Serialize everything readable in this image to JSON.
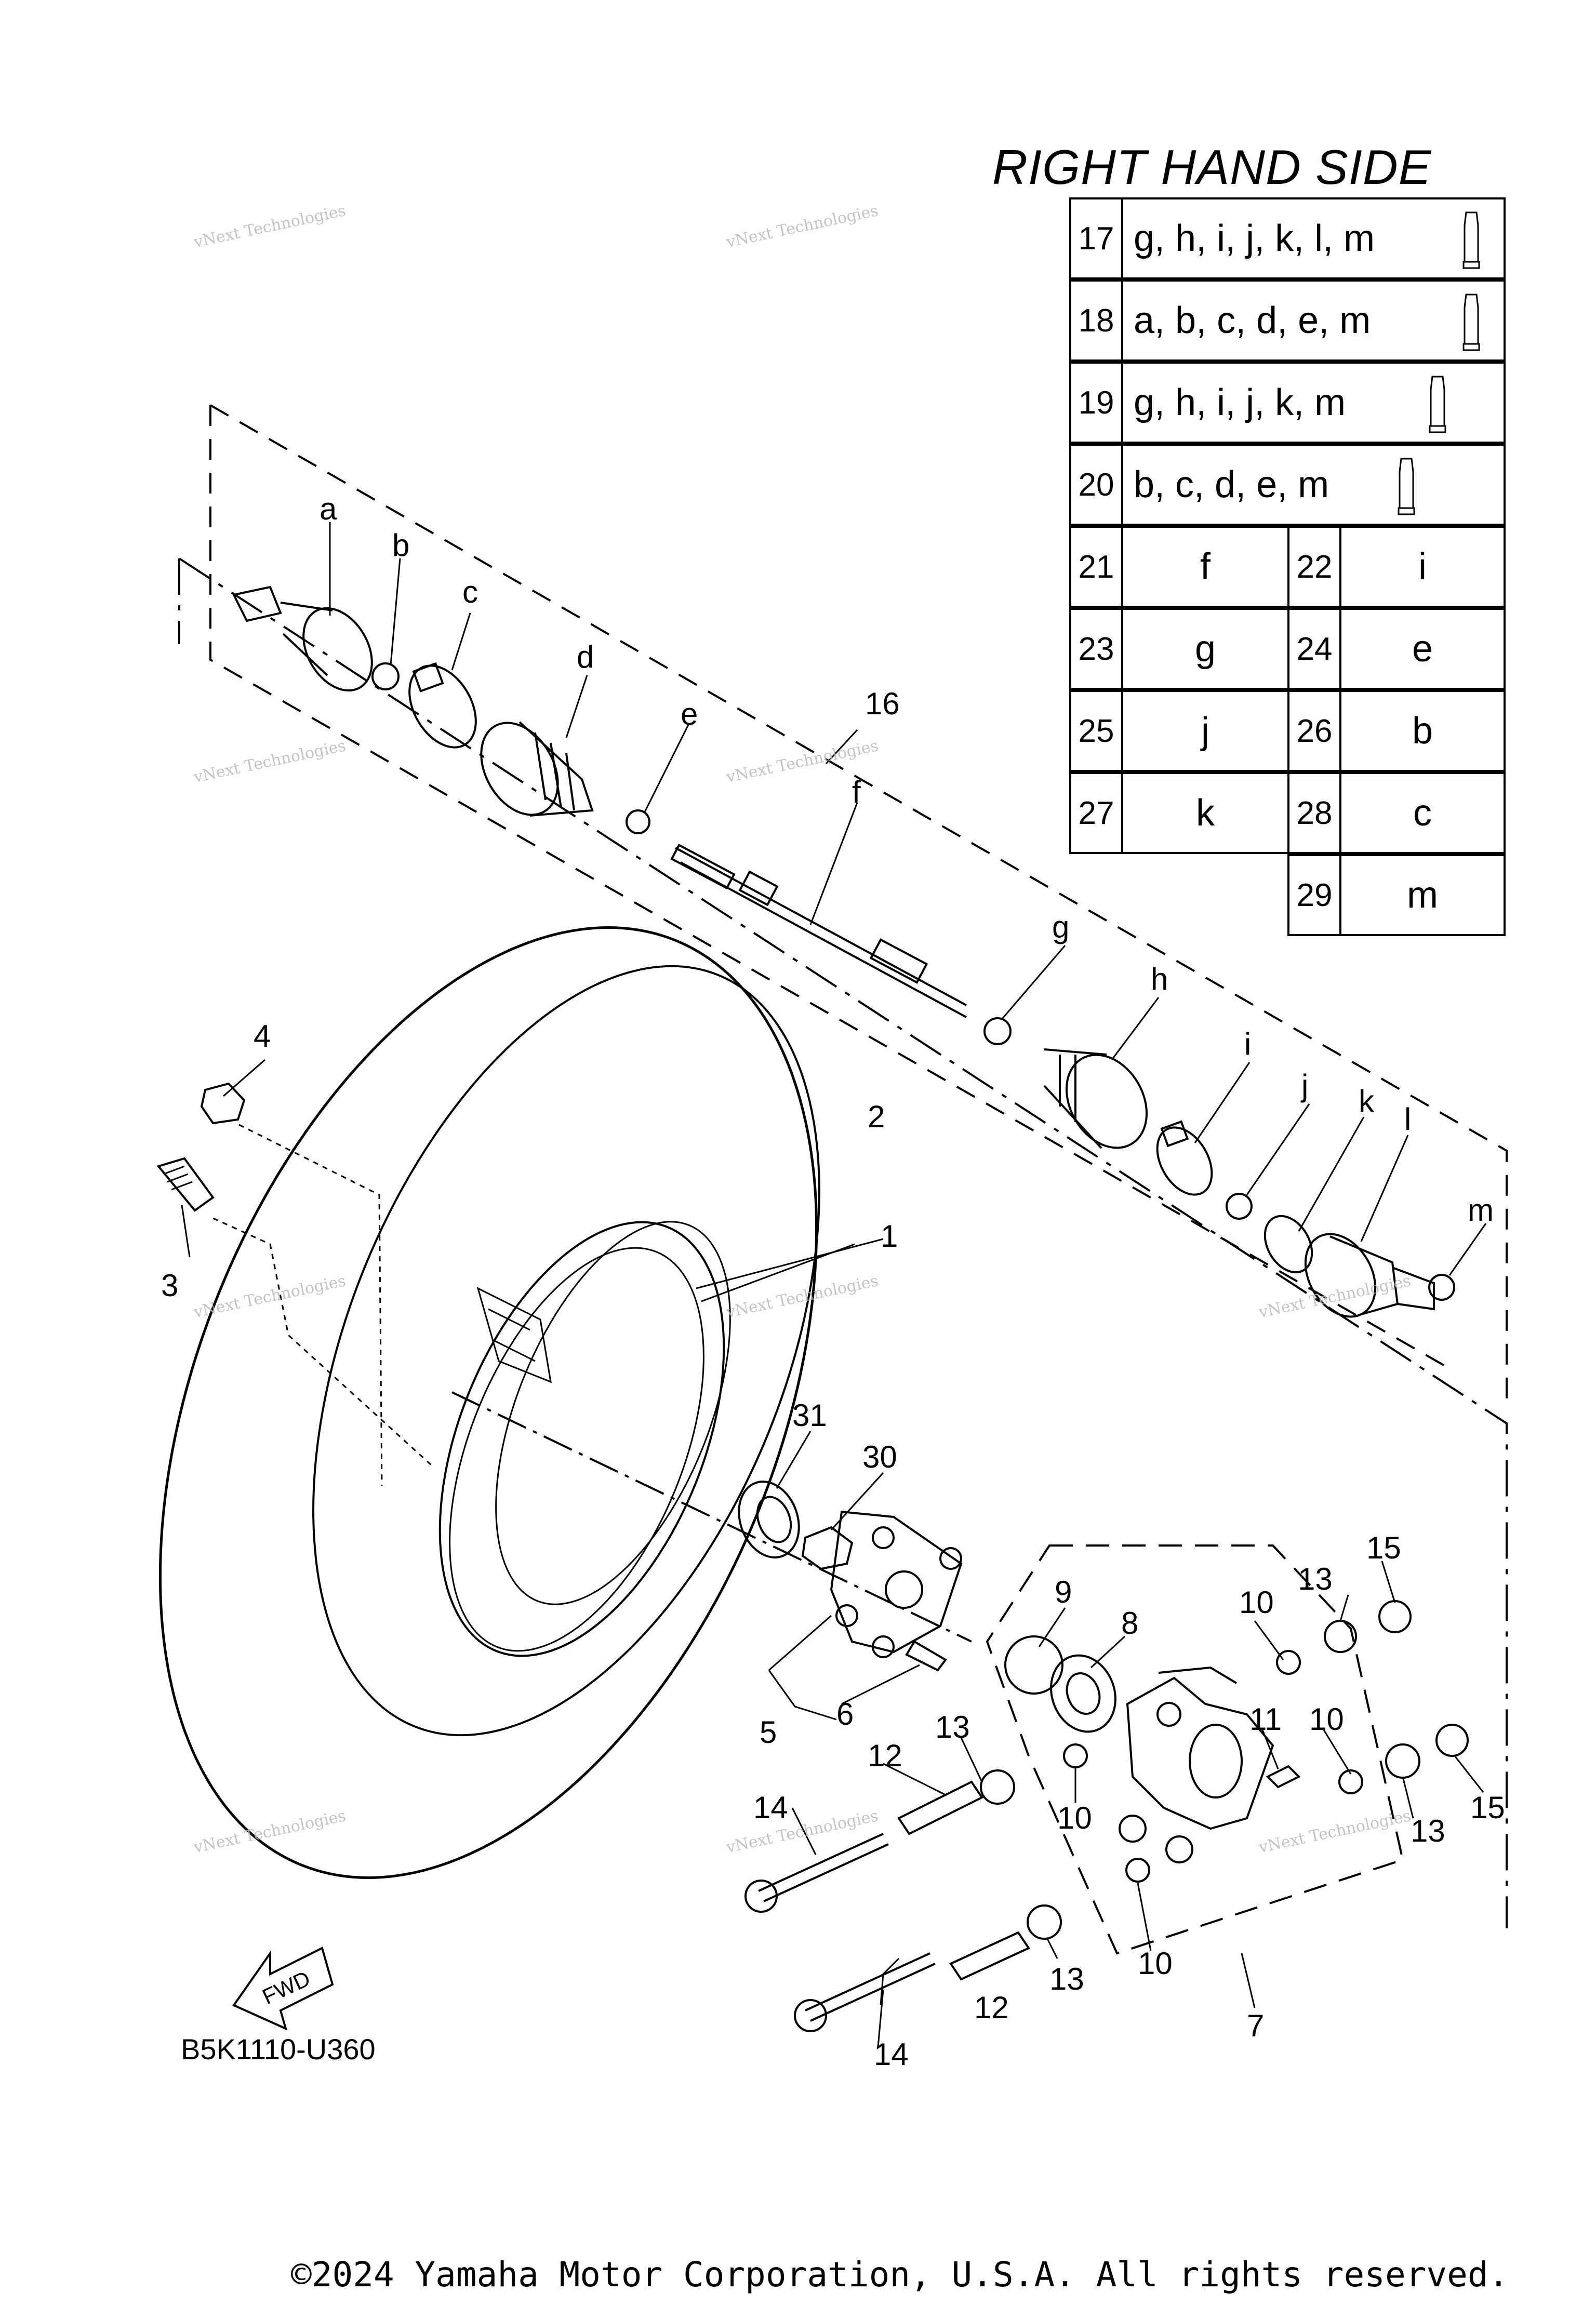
{
  "title": "RIGHT HAND SIDE",
  "diagram_code": "B5K1110-U360",
  "copyright": "©2024 Yamaha Motor Corporation, U.S.A. All rights reserved.",
  "watermark": {
    "line1": "vNext Technologies",
    "line2": "vNext Technologies"
  },
  "fwd_label": "FWD",
  "legend": {
    "kits": [
      {
        "num": "17",
        "parts": "g, h, i, j, k, l, m"
      },
      {
        "num": "18",
        "parts": "a, b, c, d, e, m"
      },
      {
        "num": "19",
        "parts": "g, h, i, j, k, m"
      },
      {
        "num": "20",
        "parts": "b, c, d, e, m"
      }
    ],
    "singles": [
      {
        "num": "21",
        "part": "f"
      },
      {
        "num": "22",
        "part": "i"
      },
      {
        "num": "23",
        "part": "g"
      },
      {
        "num": "24",
        "part": "e"
      },
      {
        "num": "25",
        "part": "j"
      },
      {
        "num": "26",
        "part": "b"
      },
      {
        "num": "27",
        "part": "k"
      },
      {
        "num": "28",
        "part": "c"
      },
      {
        "num": "29",
        "part": "m"
      }
    ]
  },
  "callouts": {
    "a": "a",
    "b": "b",
    "c": "c",
    "d": "d",
    "e": "e",
    "f": "f",
    "g": "g",
    "h": "h",
    "i": "i",
    "j": "j",
    "k": "k",
    "l": "l",
    "m": "m",
    "n1": "1",
    "n2": "2",
    "n3": "3",
    "n4": "4",
    "n5": "5",
    "n6": "6",
    "n7": "7",
    "n8": "8",
    "n9": "9",
    "n10": "10",
    "n11": "11",
    "n12": "12",
    "n13": "13",
    "n14": "14",
    "n15": "15",
    "n16": "16",
    "n30": "30",
    "n31": "31"
  }
}
